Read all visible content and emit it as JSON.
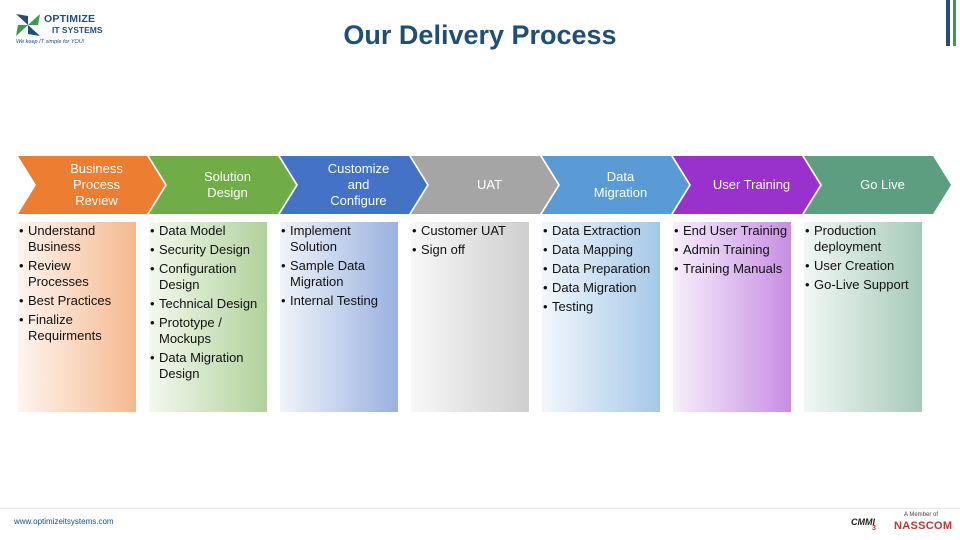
{
  "header": {
    "logo": {
      "line1": "OPTIMIZE",
      "line2": "IT SYSTEMS",
      "tagline": "We keep IT simple for YOU!"
    },
    "title": "Our Delivery Process"
  },
  "colors": {
    "title": "#1f4e79",
    "stages": [
      "#ed7d31",
      "#70ad47",
      "#4472c4",
      "#a5a5a5",
      "#5b9bd5",
      "#9932cc",
      "#5e9e80"
    ]
  },
  "stages": [
    {
      "label": [
        "Business",
        "Process",
        "Review"
      ],
      "items": [
        "Understand Business",
        "Review Processes",
        "Best Practices",
        "Finalize Requirments"
      ]
    },
    {
      "label": [
        "Solution",
        "Design"
      ],
      "items": [
        "Data Model",
        "Security Design",
        "Configuration Design",
        "Technical Design",
        "Prototype / Mockups",
        "Data Migration Design"
      ]
    },
    {
      "label": [
        "Customize",
        "and",
        "Configure"
      ],
      "items": [
        "Implement Solution",
        "Sample Data Migration",
        "Internal Testing"
      ]
    },
    {
      "label": [
        "UAT"
      ],
      "items": [
        "Customer UAT",
        "Sign off"
      ]
    },
    {
      "label": [
        "Data",
        "Migration"
      ],
      "items": [
        "Data Extraction",
        "Data Mapping",
        "Data Preparation",
        "Data Migration",
        "Testing"
      ]
    },
    {
      "label": [
        "User Training"
      ],
      "items": [
        "End User Training",
        "Admin Training",
        "Training Manuals"
      ]
    },
    {
      "label": [
        "Go Live"
      ],
      "items": [
        "Production deployment",
        "User Creation",
        "Go-Live Support"
      ]
    }
  ],
  "footer": {
    "url": "www.optimizeitsystems.com",
    "cmmi": "CMMI",
    "cmmi_level": "3",
    "member_text": "A Member of",
    "nasscom": "NASSCOM"
  }
}
